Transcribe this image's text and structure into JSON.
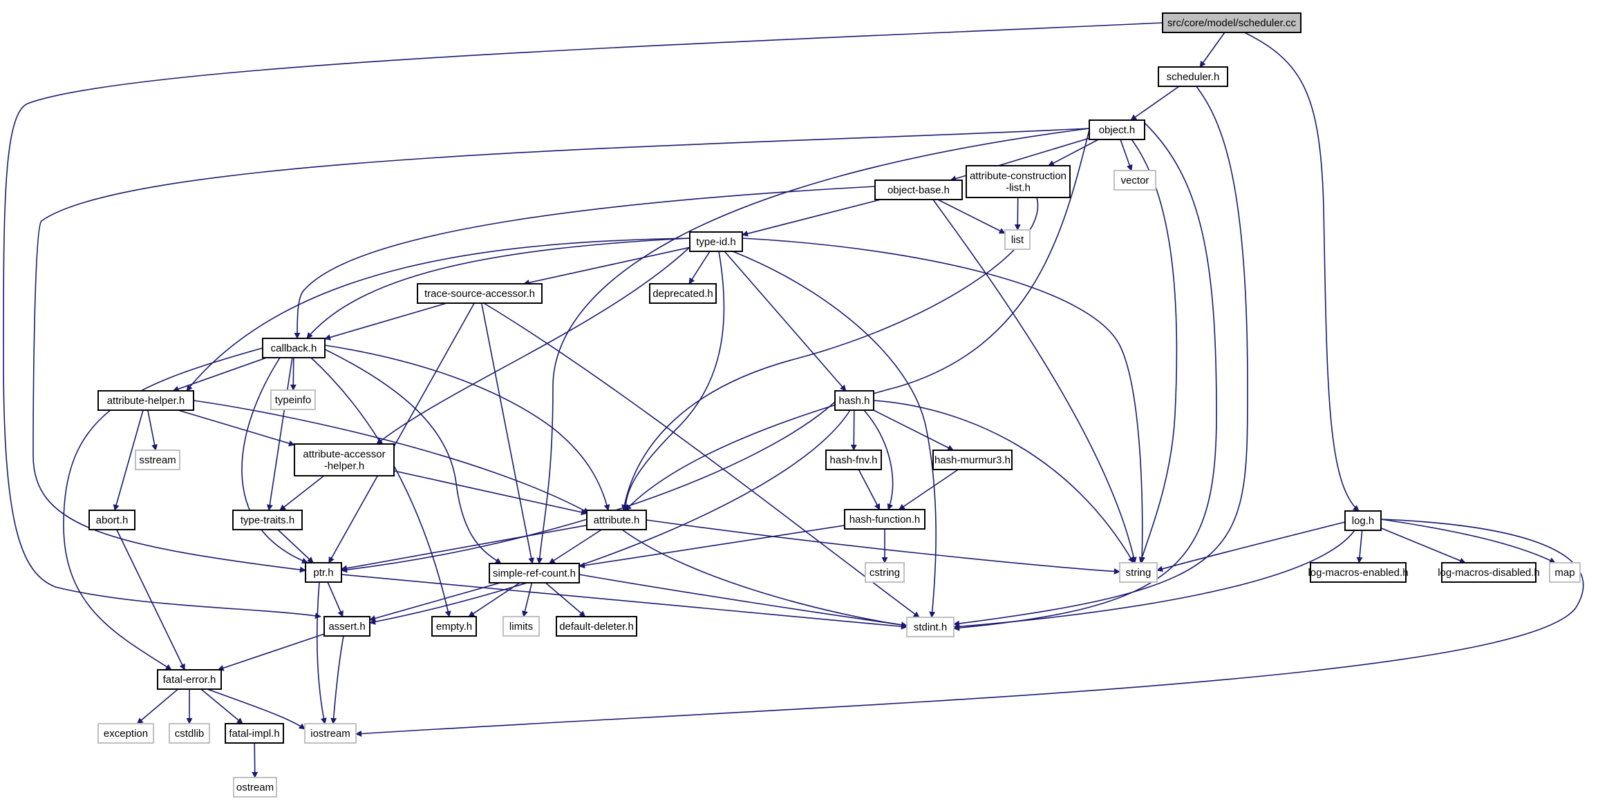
{
  "diagram": {
    "colors": {
      "background": "#ffffff",
      "edge": "#191970",
      "node_border": "#000000",
      "node_border_external": "#bfbfbf",
      "node_fill": "#ffffff",
      "root_fill": "#bfbfbf"
    },
    "nodes": [
      {
        "id": "scheduler_cc",
        "label": "src/core/model/scheduler.cc",
        "kind": "root"
      },
      {
        "id": "scheduler_h",
        "label": "scheduler.h",
        "kind": "local"
      },
      {
        "id": "object_h",
        "label": "object.h",
        "kind": "local"
      },
      {
        "id": "object_base_h",
        "label": "object-base.h",
        "kind": "local"
      },
      {
        "id": "attr_construction",
        "label": "attribute-construction\n-list.h",
        "kind": "local"
      },
      {
        "id": "vector",
        "label": "vector",
        "kind": "external"
      },
      {
        "id": "list",
        "label": "list",
        "kind": "external"
      },
      {
        "id": "type_id_h",
        "label": "type-id.h",
        "kind": "local"
      },
      {
        "id": "trace_source",
        "label": "trace-source-accessor.h",
        "kind": "local"
      },
      {
        "id": "deprecated_h",
        "label": "deprecated.h",
        "kind": "local"
      },
      {
        "id": "callback_h",
        "label": "callback.h",
        "kind": "local"
      },
      {
        "id": "typeinfo",
        "label": "typeinfo",
        "kind": "external"
      },
      {
        "id": "attr_helper",
        "label": "attribute-helper.h",
        "kind": "local"
      },
      {
        "id": "sstream",
        "label": "sstream",
        "kind": "external"
      },
      {
        "id": "attr_accessor",
        "label": "attribute-accessor\n-helper.h",
        "kind": "local"
      },
      {
        "id": "hash_h",
        "label": "hash.h",
        "kind": "local"
      },
      {
        "id": "hash_fnv",
        "label": "hash-fnv.h",
        "kind": "local"
      },
      {
        "id": "hash_murmur3",
        "label": "hash-murmur3.h",
        "kind": "local"
      },
      {
        "id": "hash_function",
        "label": "hash-function.h",
        "kind": "local"
      },
      {
        "id": "abort_h",
        "label": "abort.h",
        "kind": "local"
      },
      {
        "id": "type_traits",
        "label": "type-traits.h",
        "kind": "local"
      },
      {
        "id": "attribute_h",
        "label": "attribute.h",
        "kind": "local"
      },
      {
        "id": "cstring",
        "label": "cstring",
        "kind": "external"
      },
      {
        "id": "string",
        "label": "string",
        "kind": "external"
      },
      {
        "id": "ptr_h",
        "label": "ptr.h",
        "kind": "local"
      },
      {
        "id": "simple_ref",
        "label": "simple-ref-count.h",
        "kind": "local"
      },
      {
        "id": "assert_h",
        "label": "assert.h",
        "kind": "local"
      },
      {
        "id": "empty_h",
        "label": "empty.h",
        "kind": "local"
      },
      {
        "id": "limits",
        "label": "limits",
        "kind": "external"
      },
      {
        "id": "default_deleter",
        "label": "default-deleter.h",
        "kind": "local"
      },
      {
        "id": "stdint_h",
        "label": "stdint.h",
        "kind": "external"
      },
      {
        "id": "log_h",
        "label": "log.h",
        "kind": "local"
      },
      {
        "id": "log_enabled",
        "label": "log-macros-enabled.h",
        "kind": "local"
      },
      {
        "id": "log_disabled",
        "label": "log-macros-disabled.h",
        "kind": "local"
      },
      {
        "id": "map",
        "label": "map",
        "kind": "external"
      },
      {
        "id": "fatal_error",
        "label": "fatal-error.h",
        "kind": "local"
      },
      {
        "id": "exception",
        "label": "exception",
        "kind": "external"
      },
      {
        "id": "cstdlib",
        "label": "cstdlib",
        "kind": "external"
      },
      {
        "id": "fatal_impl",
        "label": "fatal-impl.h",
        "kind": "local"
      },
      {
        "id": "iostream",
        "label": "iostream",
        "kind": "external"
      },
      {
        "id": "ostream",
        "label": "ostream",
        "kind": "external"
      }
    ],
    "edges": [
      [
        "scheduler_cc",
        "scheduler_h"
      ],
      [
        "scheduler_cc",
        "assert_h"
      ],
      [
        "scheduler_cc",
        "log_h"
      ],
      [
        "scheduler_h",
        "object_h"
      ],
      [
        "scheduler_h",
        "stdint_h"
      ],
      [
        "object_h",
        "object_base_h"
      ],
      [
        "object_h",
        "attr_construction"
      ],
      [
        "object_h",
        "vector"
      ],
      [
        "object_h",
        "ptr_h"
      ],
      [
        "object_h",
        "simple_ref"
      ],
      [
        "object_h",
        "attribute_h"
      ],
      [
        "object_h",
        "string"
      ],
      [
        "object_h",
        "stdint_h"
      ],
      [
        "object_base_h",
        "type_id_h"
      ],
      [
        "object_base_h",
        "callback_h"
      ],
      [
        "object_base_h",
        "list"
      ],
      [
        "object_base_h",
        "string"
      ],
      [
        "attr_construction",
        "list"
      ],
      [
        "attr_construction",
        "attribute_h"
      ],
      [
        "type_id_h",
        "trace_source"
      ],
      [
        "type_id_h",
        "deprecated_h"
      ],
      [
        "type_id_h",
        "callback_h"
      ],
      [
        "type_id_h",
        "attr_helper"
      ],
      [
        "type_id_h",
        "attr_accessor"
      ],
      [
        "type_id_h",
        "hash_h"
      ],
      [
        "type_id_h",
        "attribute_h"
      ],
      [
        "type_id_h",
        "string"
      ],
      [
        "type_id_h",
        "stdint_h"
      ],
      [
        "trace_source",
        "callback_h"
      ],
      [
        "trace_source",
        "ptr_h"
      ],
      [
        "trace_source",
        "simple_ref"
      ],
      [
        "trace_source",
        "stdint_h"
      ],
      [
        "callback_h",
        "typeinfo"
      ],
      [
        "callback_h",
        "attr_helper"
      ],
      [
        "callback_h",
        "type_traits"
      ],
      [
        "callback_h",
        "attribute_h"
      ],
      [
        "callback_h",
        "ptr_h"
      ],
      [
        "callback_h",
        "simple_ref"
      ],
      [
        "callback_h",
        "empty_h"
      ],
      [
        "callback_h",
        "fatal_error"
      ],
      [
        "attr_helper",
        "sstream"
      ],
      [
        "attr_helper",
        "attr_accessor"
      ],
      [
        "attr_helper",
        "abort_h"
      ],
      [
        "attr_helper",
        "attribute_h"
      ],
      [
        "attr_accessor",
        "type_traits"
      ],
      [
        "attr_accessor",
        "attribute_h"
      ],
      [
        "hash_h",
        "hash_fnv"
      ],
      [
        "hash_h",
        "hash_murmur3"
      ],
      [
        "hash_h",
        "hash_function"
      ],
      [
        "hash_h",
        "string"
      ],
      [
        "hash_h",
        "ptr_h"
      ],
      [
        "hash_h",
        "assert_h"
      ],
      [
        "hash_fnv",
        "hash_function"
      ],
      [
        "hash_murmur3",
        "hash_function"
      ],
      [
        "hash_function",
        "cstring"
      ],
      [
        "hash_function",
        "simple_ref"
      ],
      [
        "abort_h",
        "fatal_error"
      ],
      [
        "type_traits",
        "ptr_h"
      ],
      [
        "attribute_h",
        "ptr_h"
      ],
      [
        "attribute_h",
        "simple_ref"
      ],
      [
        "attribute_h",
        "string"
      ],
      [
        "attribute_h",
        "stdint_h"
      ],
      [
        "ptr_h",
        "assert_h"
      ],
      [
        "ptr_h",
        "iostream"
      ],
      [
        "ptr_h",
        "stdint_h"
      ],
      [
        "simple_ref",
        "assert_h"
      ],
      [
        "simple_ref",
        "empty_h"
      ],
      [
        "simple_ref",
        "limits"
      ],
      [
        "simple_ref",
        "default_deleter"
      ],
      [
        "simple_ref",
        "stdint_h"
      ],
      [
        "assert_h",
        "fatal_error"
      ],
      [
        "assert_h",
        "iostream"
      ],
      [
        "fatal_error",
        "exception"
      ],
      [
        "fatal_error",
        "cstdlib"
      ],
      [
        "fatal_error",
        "fatal_impl"
      ],
      [
        "fatal_error",
        "iostream"
      ],
      [
        "fatal_impl",
        "ostream"
      ],
      [
        "log_h",
        "string"
      ],
      [
        "log_h",
        "stdint_h"
      ],
      [
        "log_h",
        "log_enabled"
      ],
      [
        "log_h",
        "log_disabled"
      ],
      [
        "log_h",
        "map"
      ],
      [
        "log_h",
        "iostream"
      ]
    ]
  }
}
